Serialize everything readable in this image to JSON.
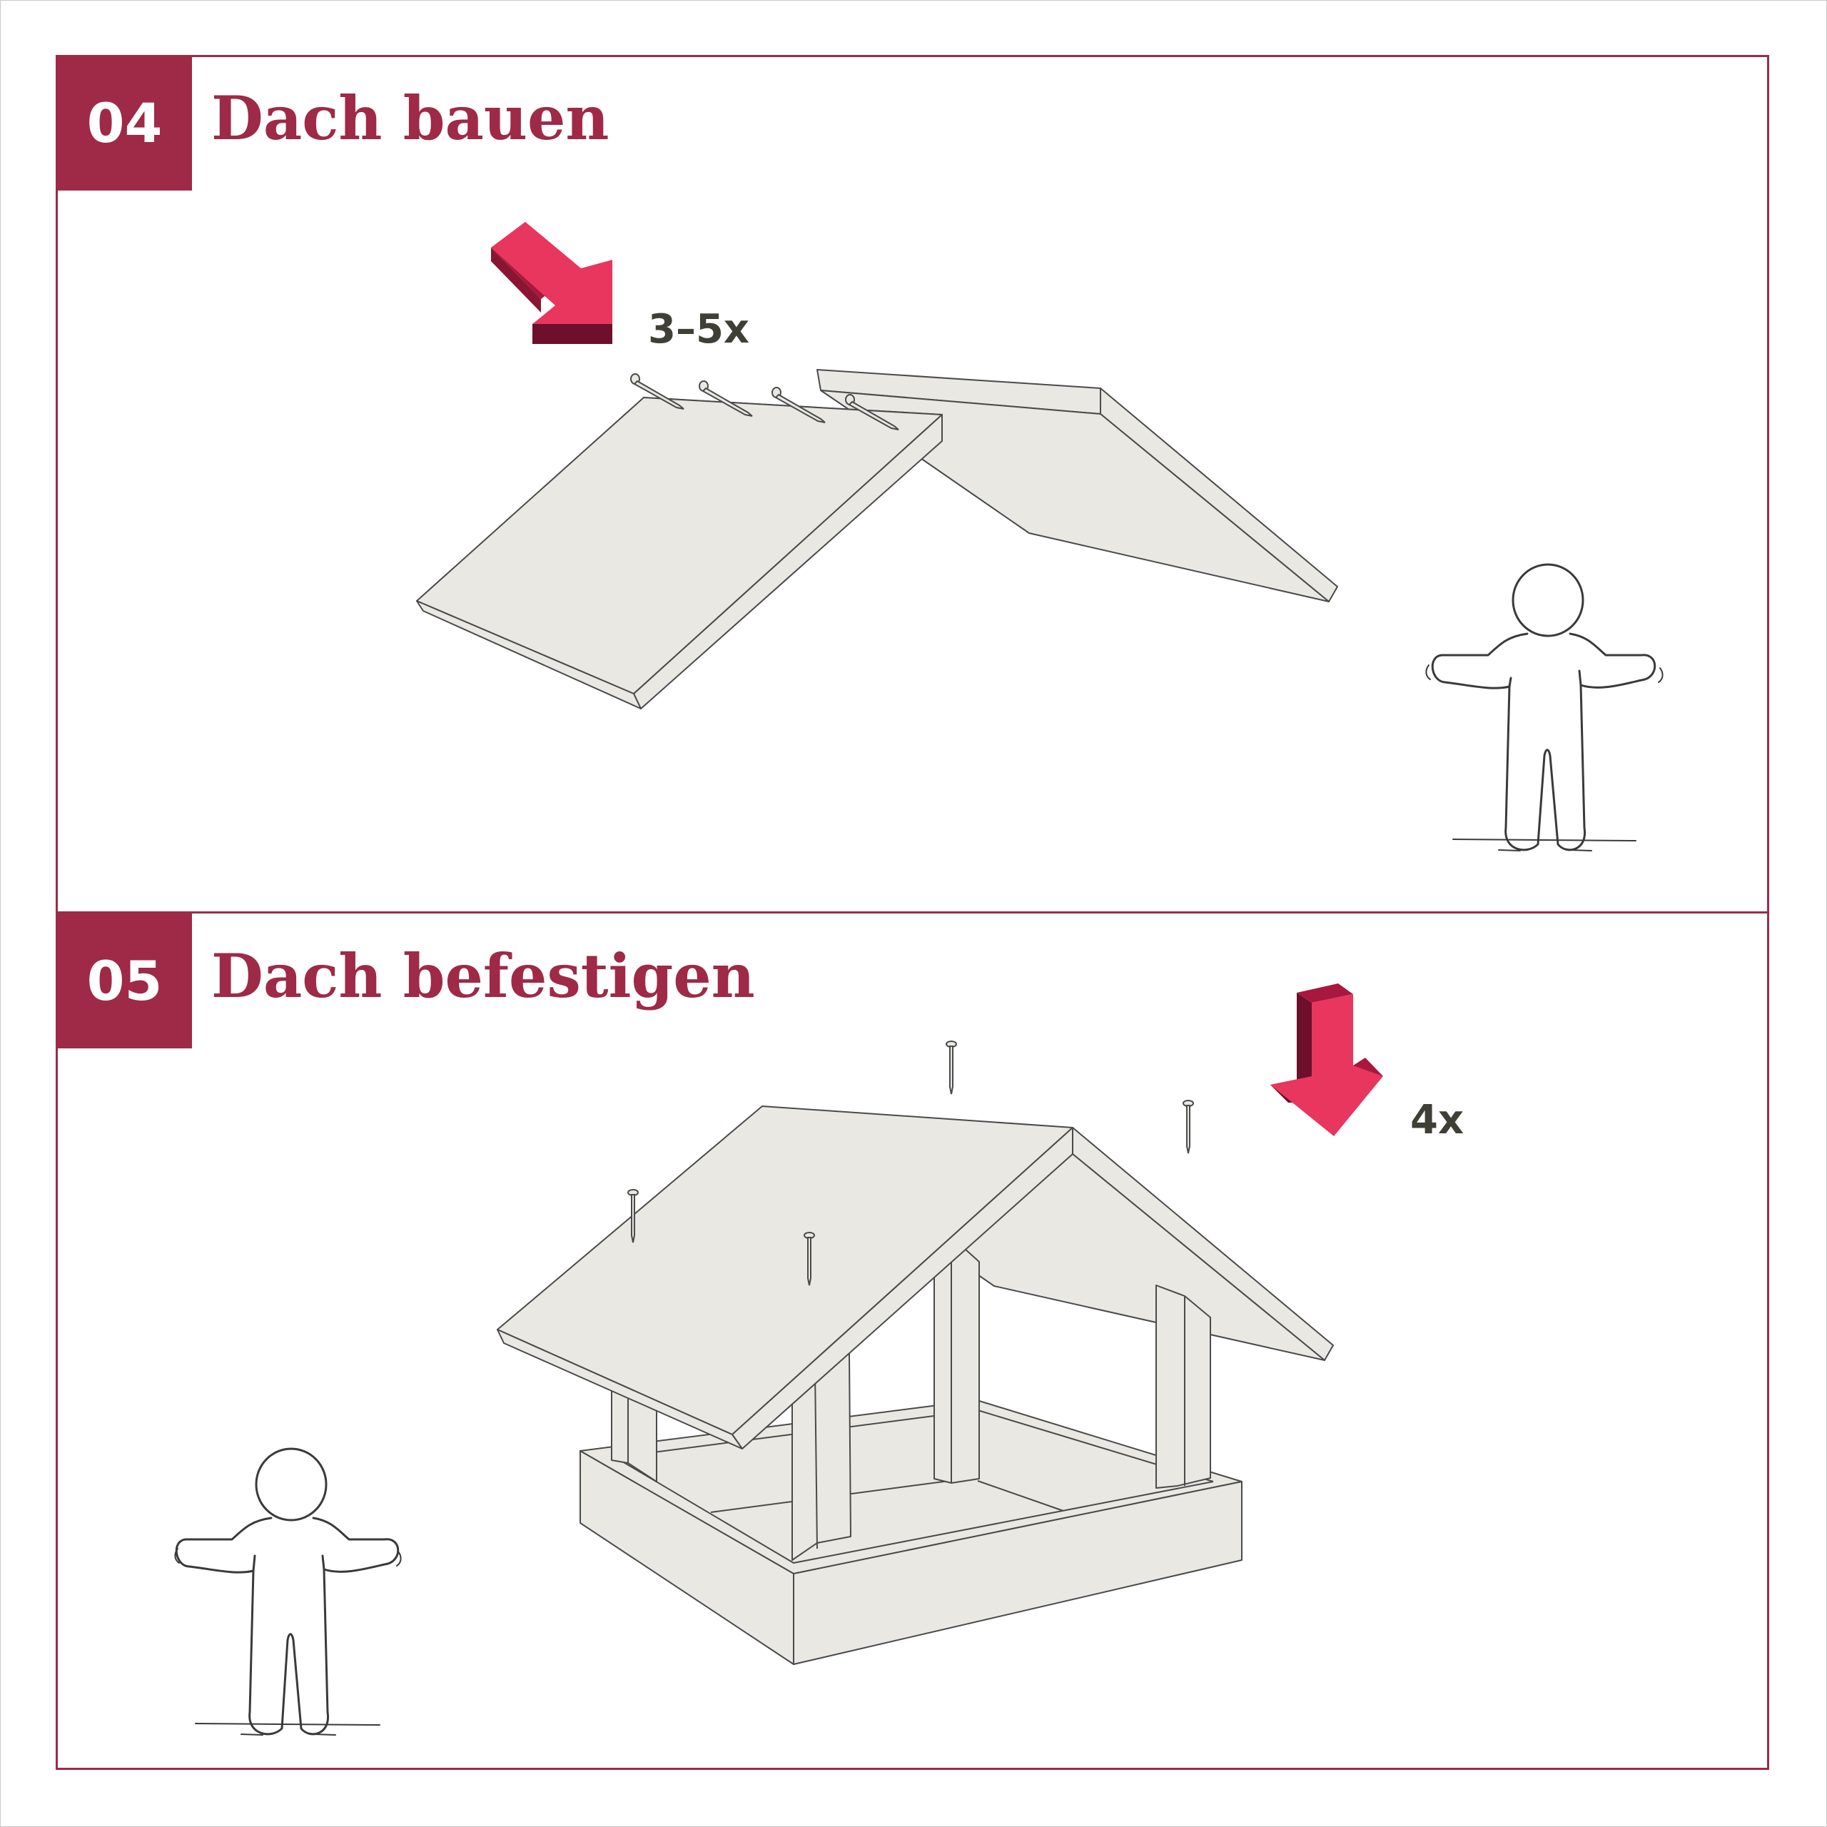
{
  "steps": [
    {
      "number": "04",
      "title": "Dach bauen",
      "count": "3–5x"
    },
    {
      "number": "05",
      "title": "Dach befestigen",
      "count": "4x"
    }
  ],
  "colors": {
    "brand": "#9e2a47",
    "arrow_light": "#e8365e",
    "arrow_dark": "#a8183e",
    "arrow_darker": "#6e0f2b",
    "wood": "#e9e8e2",
    "outline": "#4a4a4a",
    "count_text": "#3f3f35"
  },
  "icons": [
    "push-arrow-icon",
    "down-arrow-icon",
    "nail-icon",
    "person-icon"
  ]
}
